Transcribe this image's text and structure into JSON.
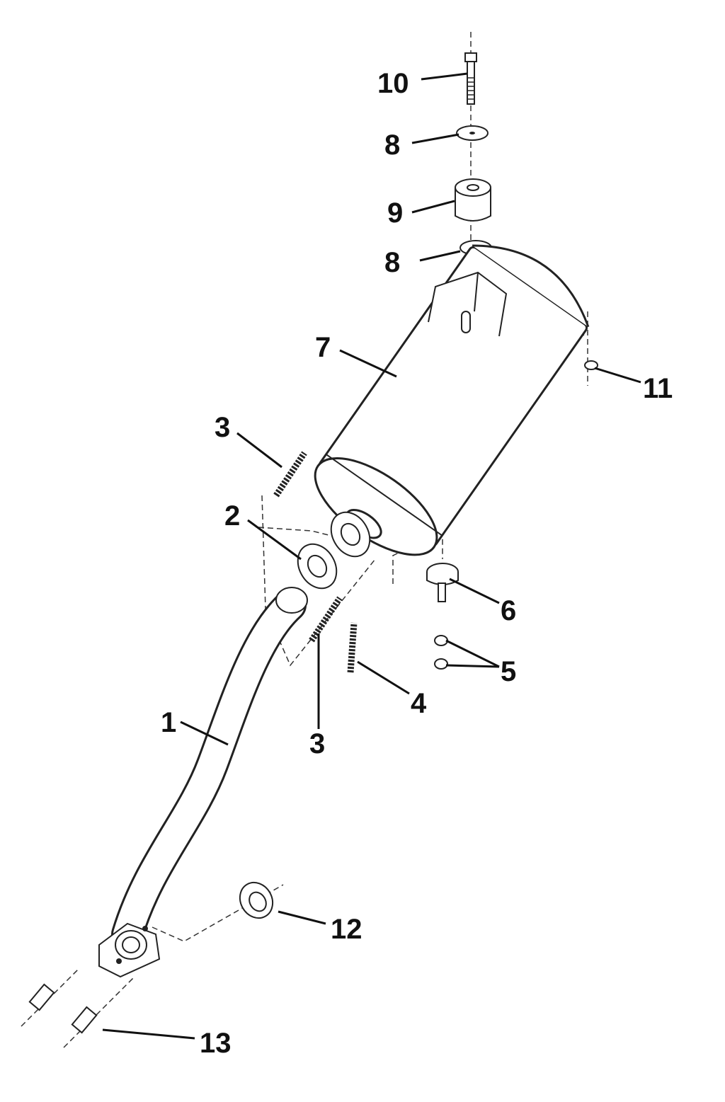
{
  "diagram": {
    "type": "exploded parts diagram",
    "labels": [
      {
        "id": "10",
        "text": "10"
      },
      {
        "id": "8a",
        "text": "8"
      },
      {
        "id": "9",
        "text": "9"
      },
      {
        "id": "8b",
        "text": "8"
      },
      {
        "id": "7",
        "text": "7"
      },
      {
        "id": "11",
        "text": "11"
      },
      {
        "id": "3a",
        "text": "3"
      },
      {
        "id": "2",
        "text": "2"
      },
      {
        "id": "6",
        "text": "6"
      },
      {
        "id": "5",
        "text": "5"
      },
      {
        "id": "4",
        "text": "4"
      },
      {
        "id": "3b",
        "text": "3"
      },
      {
        "id": "1",
        "text": "1"
      },
      {
        "id": "12",
        "text": "12"
      },
      {
        "id": "13",
        "text": "13"
      }
    ]
  }
}
